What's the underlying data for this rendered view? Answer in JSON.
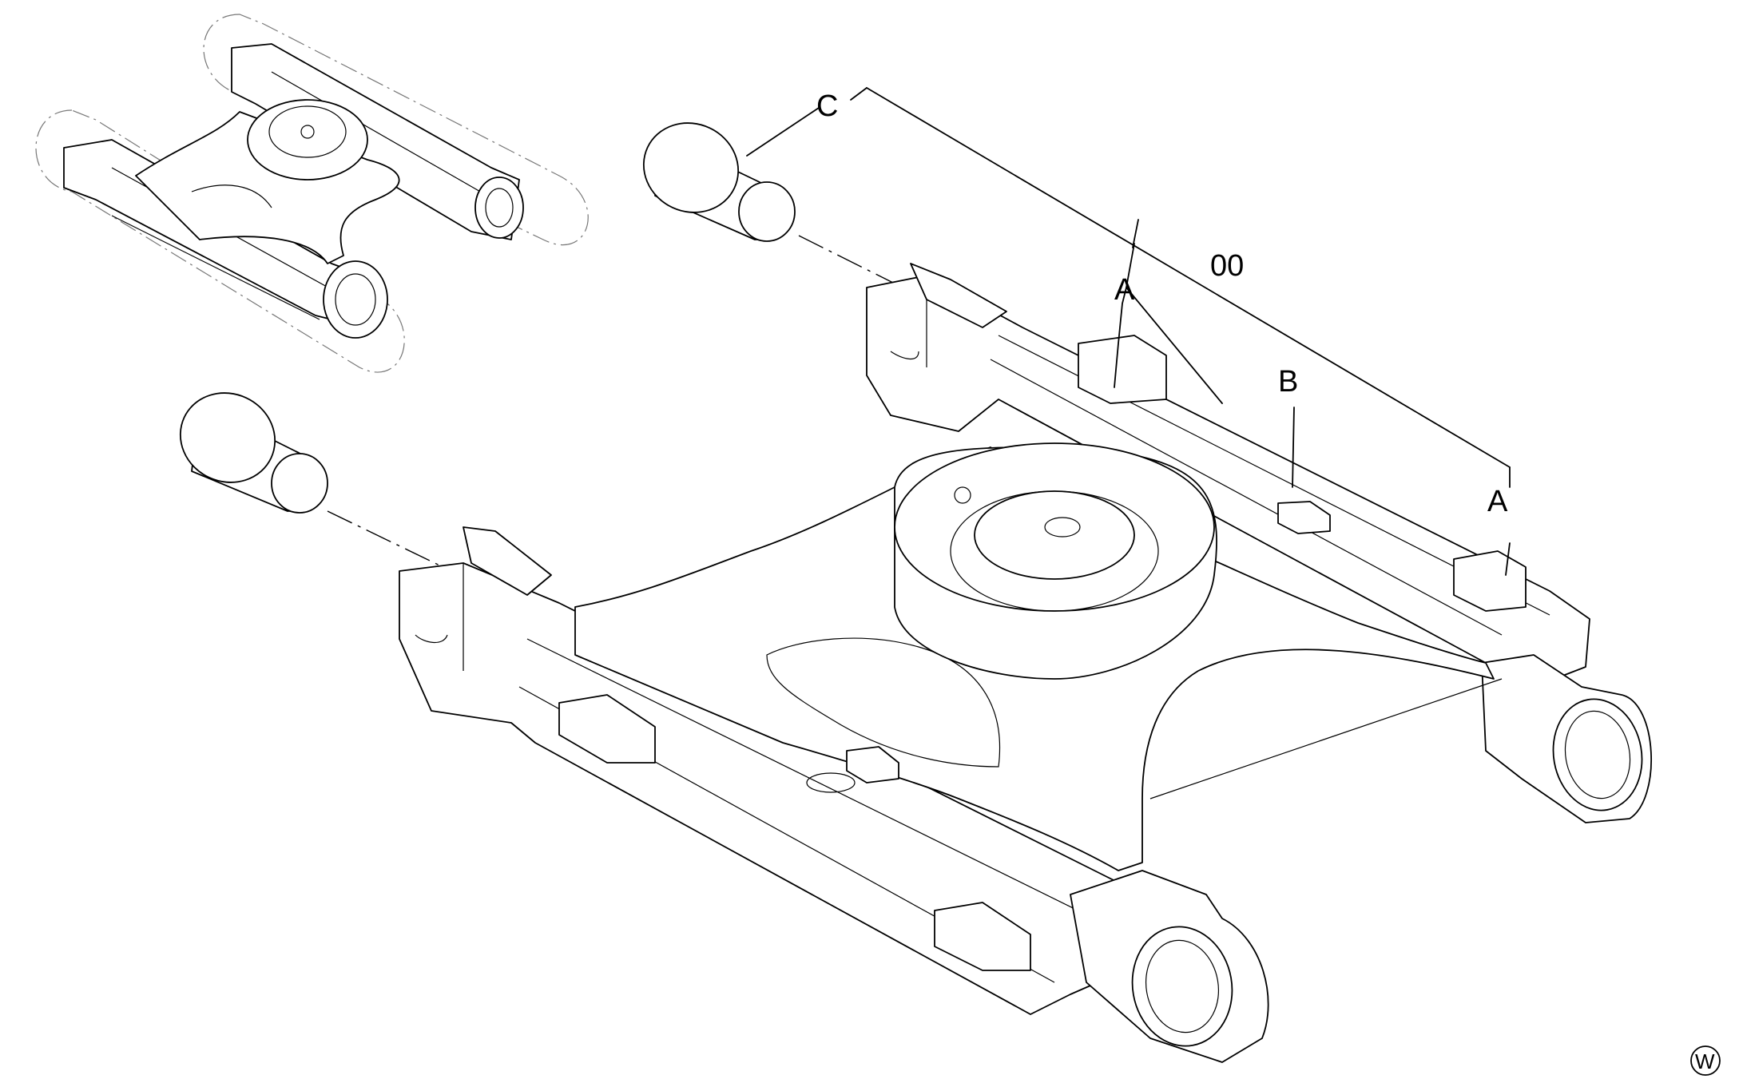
{
  "callouts": {
    "c": "C",
    "part_00": "00",
    "a_left": "A",
    "a_right": "A",
    "b": "B"
  },
  "watermark": "W"
}
